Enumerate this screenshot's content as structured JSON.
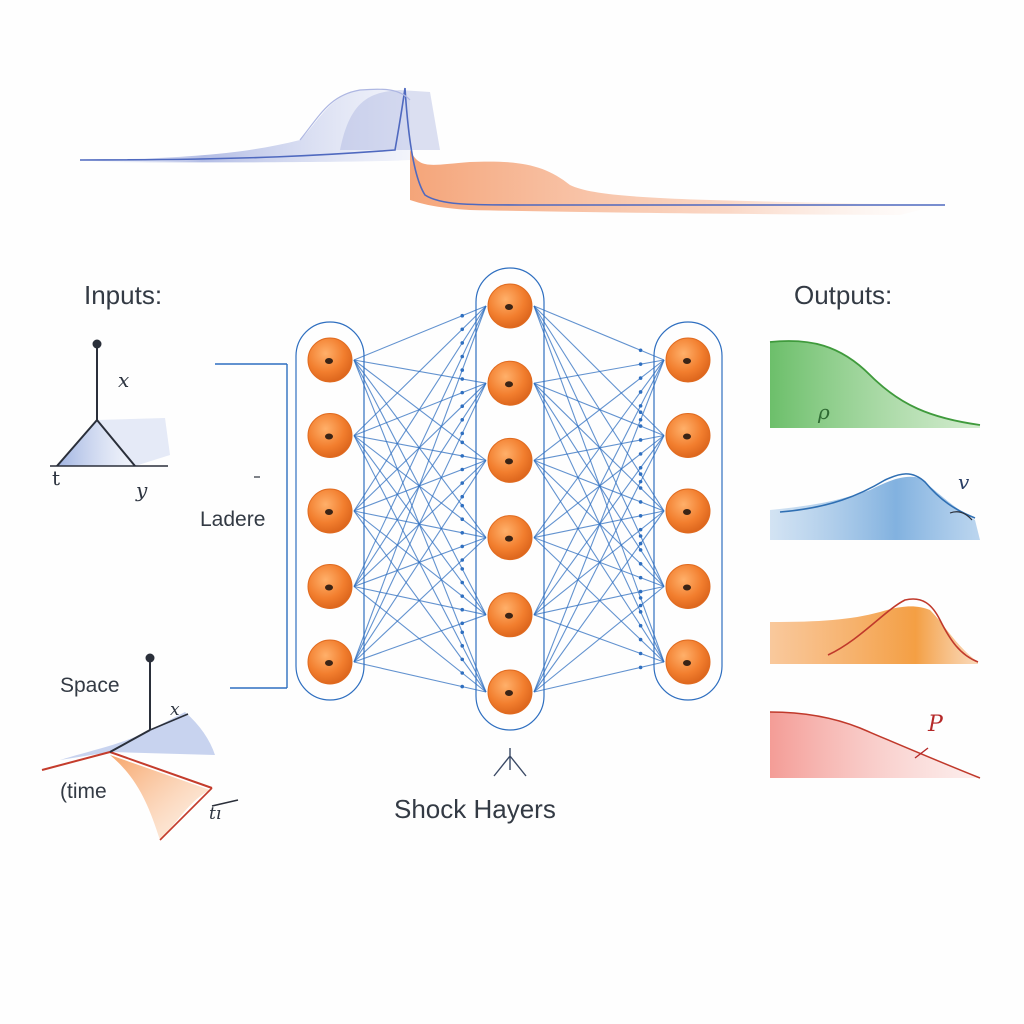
{
  "labels": {
    "inputs": "Inputs:",
    "outputs": "Outputs:",
    "layer_left": "Ladere",
    "layers_bottom": "Shock Hayers",
    "space": "Space",
    "time": "(time"
  },
  "axis_glyphs": {
    "top_axis_x": "x",
    "top_axis_t": "t",
    "top_axis_y": "y",
    "bottom_axis_x": "x",
    "bottom_axis_t": "tı"
  },
  "outputs": [
    {
      "symbol": "ρ",
      "color": "#3f9a3c",
      "fill": "#5cb85a"
    },
    {
      "symbol": "v",
      "color": "#2f6fb3",
      "fill": "#6fa6d8"
    },
    {
      "symbol": "",
      "color": "#c0392b",
      "fill": "#f3922e"
    },
    {
      "symbol": "P",
      "color": "#b52828",
      "fill": "#f08c86"
    }
  ],
  "network": {
    "layers": [
      5,
      6,
      5
    ],
    "node_color": "#f07e2a",
    "edge_color": "#2f6fc0"
  },
  "colors": {
    "blue_wave": "#7d8fd0",
    "orange_wave": "#f08a4b",
    "text": "#333a44"
  }
}
